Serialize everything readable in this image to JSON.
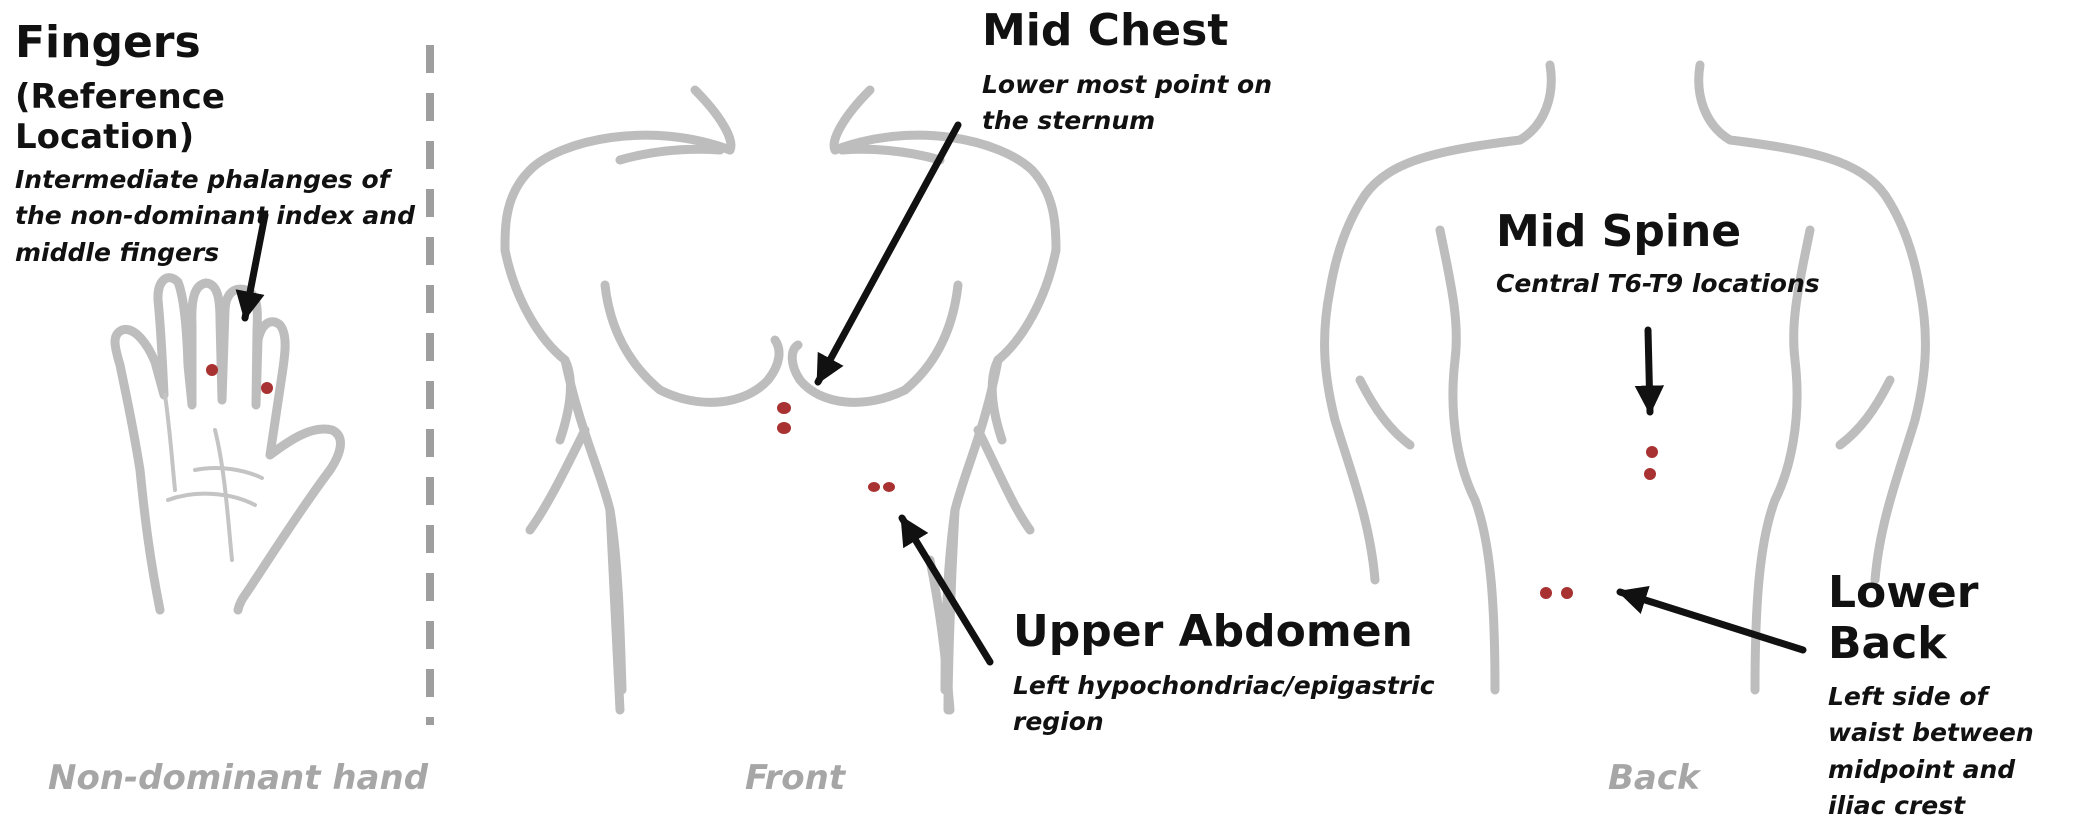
{
  "labels": {
    "fingers": {
      "title": "Fingers",
      "subtitle": "(Reference Location)",
      "description": "Intermediate phalanges of the non-dominant index and middle fingers"
    },
    "mid_chest": {
      "title": "Mid Chest",
      "description": "Lower most point on the sternum"
    },
    "upper_abdomen": {
      "title": "Upper Abdomen",
      "description": "Left hypochondriac/epigastric region"
    },
    "mid_spine": {
      "title": "Mid Spine",
      "description": "Central T6-T9 locations"
    },
    "lower_back": {
      "title": "Lower Back",
      "description": "Left side of waist between midpoint and iliac crest"
    }
  },
  "captions": {
    "hand": "Non-dominant hand",
    "front": "Front",
    "back": "Back"
  },
  "colors": {
    "outline": "#bdbdbd",
    "marker": "#a83232",
    "arrow": "#111111",
    "caption": "#a6a6a6",
    "divider": "#9e9e9e"
  }
}
